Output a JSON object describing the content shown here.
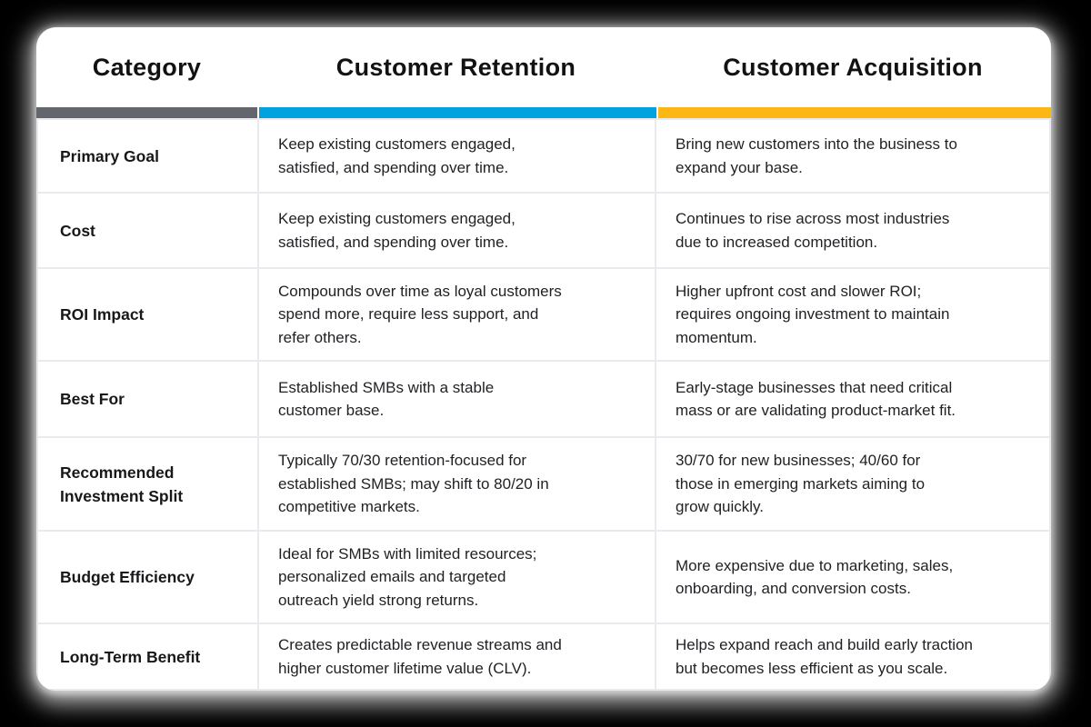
{
  "colors": {
    "page_background": "#000000",
    "card_background": "#FFFFFF",
    "divider": "#E9EAEE",
    "accent_category": "#63666D",
    "accent_retention": "#00A3DD",
    "accent_acquisition": "#FBB713"
  },
  "table": {
    "header": {
      "category": "Category",
      "retention": "Customer Retention",
      "acquisition": "Customer Acquisition"
    },
    "rows": [
      {
        "category": "Primary Goal",
        "retention": "Keep existing customers engaged,\nsatisfied, and spending over time.",
        "acquisition": "Bring new customers into the business to\nexpand your base."
      },
      {
        "category": "Cost",
        "retention": "Keep existing customers engaged,\nsatisfied, and spending over time.",
        "acquisition": "Continues to rise across most industries\ndue to increased competition."
      },
      {
        "category": "ROI Impact",
        "retention": "Compounds over time as loyal customers\nspend more, require less support, and\nrefer others.",
        "acquisition": "Higher upfront cost and slower ROI;\nrequires ongoing investment to maintain\nmomentum."
      },
      {
        "category": "Best For",
        "retention": "Established SMBs with a stable\ncustomer base.",
        "acquisition": "Early-stage businesses that need critical\nmass or are validating product-market fit."
      },
      {
        "category": "Recommended\nInvestment Split",
        "retention": "Typically 70/30 retention-focused for\nestablished SMBs; may shift to 80/20 in\ncompetitive markets.",
        "acquisition": "30/70 for new businesses; 40/60 for\nthose in emerging markets aiming to\ngrow quickly."
      },
      {
        "category": "Budget Efficiency",
        "retention": "Ideal for SMBs with limited resources;\npersonalized emails and targeted\noutreach yield strong returns.",
        "acquisition": "More expensive due to marketing, sales,\nonboarding, and conversion costs."
      },
      {
        "category": "Long-Term Benefit",
        "retention": "Creates predictable revenue streams and\nhigher customer lifetime value (CLV).",
        "acquisition": "Helps expand reach and build early traction\nbut becomes less efficient as you scale."
      }
    ]
  },
  "chart_data": {
    "type": "table",
    "title": "",
    "columns": [
      "Category",
      "Customer Retention",
      "Customer Acquisition"
    ],
    "rows": [
      [
        "Primary Goal",
        "Keep existing customers engaged, satisfied, and spending over time.",
        "Bring new customers into the business to expand your base."
      ],
      [
        "Cost",
        "Keep existing customers engaged, satisfied, and spending over time.",
        "Continues to rise across most industries due to increased competition."
      ],
      [
        "ROI Impact",
        "Compounds over time as loyal customers spend more, require less support, and refer others.",
        "Higher upfront cost and slower ROI; requires ongoing investment to maintain momentum."
      ],
      [
        "Best For",
        "Established SMBs with a stable customer base.",
        "Early-stage businesses that need critical mass or are validating product-market fit."
      ],
      [
        "Recommended Investment Split",
        "Typically 70/30 retention-focused for established SMBs; may shift to 80/20 in competitive markets.",
        "30/70 for new businesses; 40/60 for those in emerging markets aiming to grow quickly."
      ],
      [
        "Budget Efficiency",
        "Ideal for SMBs with limited resources; personalized emails and targeted outreach yield strong returns.",
        "More expensive due to marketing, sales, onboarding, and conversion costs."
      ],
      [
        "Long-Term Benefit",
        "Creates predictable revenue streams and higher customer lifetime value (CLV).",
        "Helps expand reach and build early traction but becomes less efficient as you scale."
      ]
    ],
    "column_accent_colors": [
      "#63666D",
      "#00A3DD",
      "#FBB713"
    ],
    "layout": "comparison table on white rounded card over black background"
  }
}
